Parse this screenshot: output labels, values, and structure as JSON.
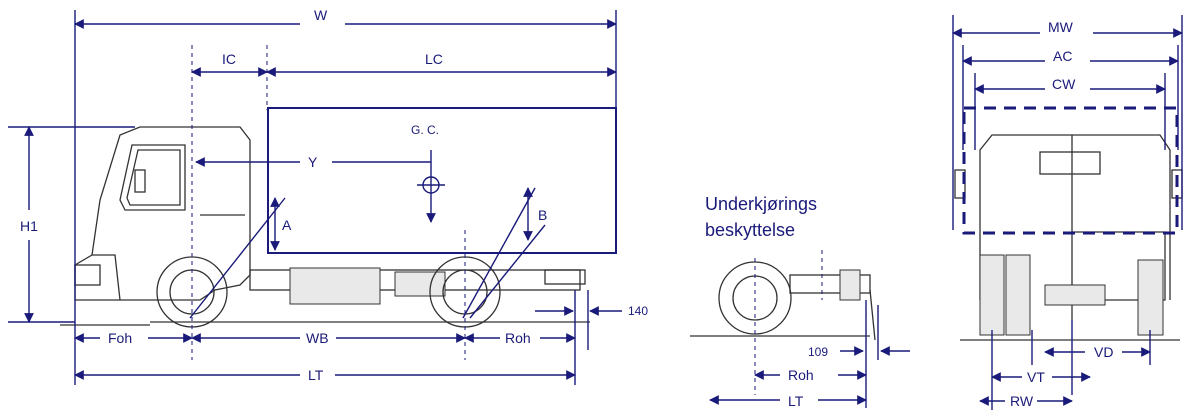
{
  "labels": {
    "W": "W",
    "IC": "IC",
    "LC": "LC",
    "GC": "G. C.",
    "Y": "Y",
    "A": "A",
    "B": "B",
    "H1": "H1",
    "Foh": "Foh",
    "WB": "WB",
    "Roh": "Roh",
    "LT": "LT",
    "v140": "140",
    "under1": "Underkjørings",
    "under2": "beskyttelse",
    "v109": "109",
    "Roh2": "Roh",
    "LT2": "LT",
    "MW": "MW",
    "AC": "AC",
    "CW": "CW",
    "VD": "VD",
    "VT": "VT",
    "RW": "RW"
  },
  "colors": {
    "dimension": "#1a1a7a",
    "outline": "#333333"
  }
}
